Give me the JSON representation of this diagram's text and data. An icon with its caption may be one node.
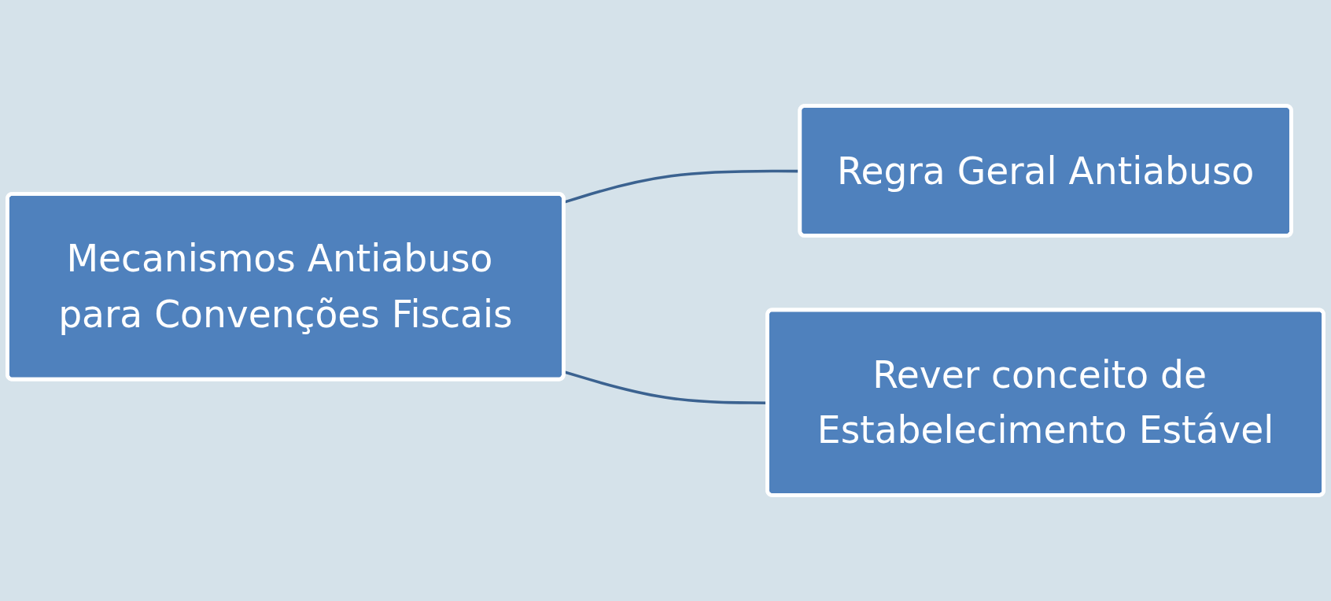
{
  "diagram": {
    "nodes": [
      {
        "text": [
          "Mecanismos Antiabuso para Convenções Fiscais"
        ]
      },
      {
        "text": [
          "Regra Geral Antiabuso"
        ]
      },
      {
        "text": [
          "Rever conceito de Estabelecimento Estável"
        ]
      }
    ],
    "edges": [
      {
        "from": 0,
        "to": 1,
        "arrow": "none"
      },
      {
        "from": 0,
        "to": 2,
        "arrow": "none"
      }
    ]
  }
}
